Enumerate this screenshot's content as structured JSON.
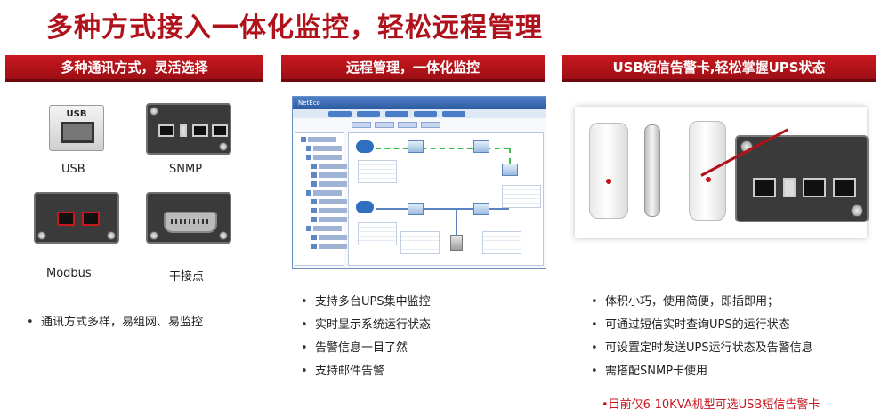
{
  "title": "多种方式接入一体化监控，轻松远程管理",
  "sections": [
    {
      "header": "多种通讯方式，灵活选择",
      "devices": [
        {
          "label": "USB",
          "photo_text": "USB"
        },
        {
          "label": "SNMP"
        },
        {
          "label": "Modbus"
        },
        {
          "label": "干接点"
        }
      ],
      "bullets": [
        "通讯方式多样，易组网、易监控"
      ]
    },
    {
      "header": "远程管理，一体化监控",
      "screenshot": {
        "app_title": "NetEco"
      },
      "bullets": [
        "支持多台UPS集中监控",
        "实时显示系统运行状态",
        "告警信息一目了然",
        "支持邮件告警"
      ]
    },
    {
      "header": "USB短信告警卡,轻松掌握UPS状态",
      "bullets": [
        "体积小巧，使用简便，即插即用；",
        "可通过短信实时查询UPS的运行状态",
        "可设置定时发送UPS运行状态及告警信息",
        "需搭配SNMP卡使用"
      ],
      "note": "•目前仅6-10KVA机型可选USB短信告警卡"
    }
  ],
  "colors": {
    "brand_red": "#b0121b",
    "header_red": "#c8181f"
  }
}
